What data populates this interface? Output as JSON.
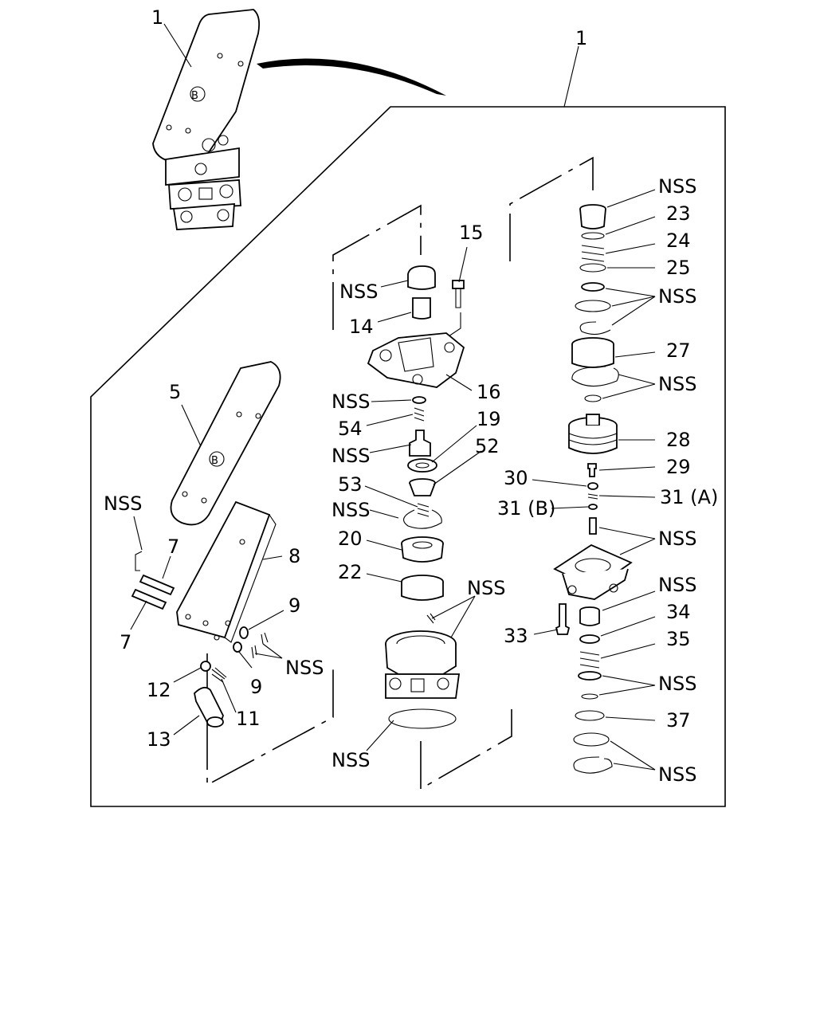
{
  "callouts": {
    "c_1a": "1",
    "c_1b": "1",
    "c_nss_top": "NSS",
    "c_23": "23",
    "c_24": "24",
    "c_25": "25",
    "c_nss_26": "NSS",
    "c_27": "27",
    "c_nss_27b": "NSS",
    "c_28": "28",
    "c_29": "29",
    "c_30": "30",
    "c_31a": "31 (A)",
    "c_31b": "31 (B)",
    "c_nss_32": "NSS",
    "c_nss_34a": "NSS",
    "c_33": "33",
    "c_34": "34",
    "c_35": "35",
    "c_nss_36": "NSS",
    "c_37": "37",
    "c_nss_38": "NSS",
    "c_15": "15",
    "c_nss_14": "NSS",
    "c_14": "14",
    "c_16": "16",
    "c_nss_54": "NSS",
    "c_54": "54",
    "c_19": "19",
    "c_nss_19": "NSS",
    "c_52": "52",
    "c_53": "53",
    "c_nss_53": "NSS",
    "c_20": "20",
    "c_22": "22",
    "c_nss_body": "NSS",
    "c_nss_bottom": "NSS",
    "c_5": "5",
    "c_nss_pin": "NSS",
    "c_7a": "7",
    "c_7b": "7",
    "c_8": "8",
    "c_9a": "9",
    "c_9b": "9",
    "c_nss_cotter": "NSS",
    "c_12": "12",
    "c_11": "11",
    "c_13": "13"
  }
}
